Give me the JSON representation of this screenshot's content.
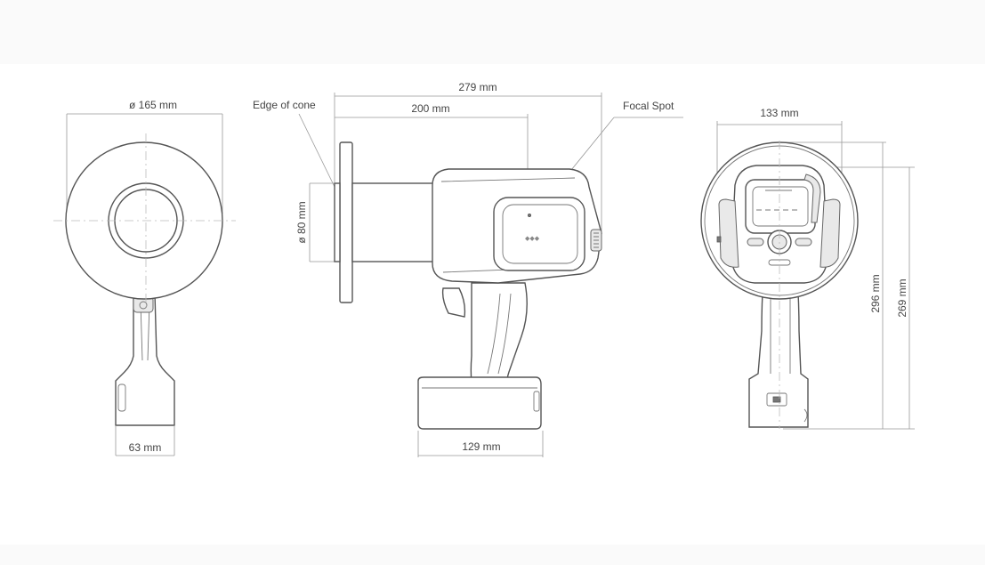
{
  "background": "#ffffff",
  "band_color": "#fafafa",
  "line_color": "#555555",
  "front_view": {
    "diameter_label": "ø 165 mm",
    "width_label": "63 mm"
  },
  "side_view": {
    "edge_label": "Edge of cone",
    "focal_label": "Focal Spot",
    "total_length_label": "279 mm",
    "cone_length_label": "200 mm",
    "cone_diameter_label": "ø 80 mm",
    "battery_length_label": "129 mm"
  },
  "back_view": {
    "width_label": "133 mm",
    "height_outer_label": "296 mm",
    "height_inner_label": "269 mm"
  }
}
